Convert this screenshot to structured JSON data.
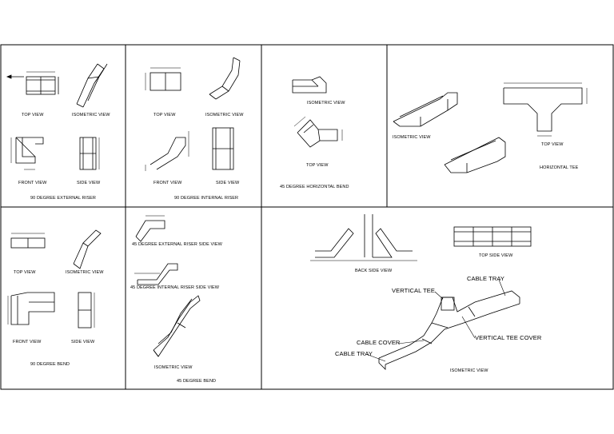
{
  "panels": {
    "p1": {
      "top_view": "TOP VIEW",
      "iso_view": "ISOMETRIC VIEW",
      "front_view": "FRONT VIEW",
      "side_view": "SIDE VIEW",
      "title": "90 DEGREE EXTERNAL RISER"
    },
    "p2": {
      "top_view": "TOP VIEW",
      "iso_view": "ISOMETRIC VIEW",
      "front_view": "FRONT VIEW",
      "side_view": "SIDE VIEW",
      "title": "90 DEGREE INTERNAL RISER"
    },
    "p3": {
      "iso_view": "ISOMETRIC VIEW",
      "top_view": "TOP VIEW",
      "title": "45 DEGREE HORIZONTAL BEND"
    },
    "p4": {
      "iso_view": "ISOMETRIC VIEW",
      "top_view": "TOP VIEW",
      "title": "HORIZONTAL TEE"
    },
    "p5": {
      "top_view": "TOP VIEW",
      "iso_view": "ISOMETRIC VIEW",
      "front_view": "FRONT VIEW",
      "side_view": "SIDE VIEW",
      "title": "90 DEGREE BEND"
    },
    "p6": {
      "ext_side": "45 DEGREE EXTERNAL RISER SIDE VIEW",
      "int_side": "45 DEGREE INTERNAL RISER SIDE VIEW",
      "iso_view": "ISOMETRIC VIEW",
      "title": "45 DEGREE BEND"
    },
    "p7": {
      "back_side": "BACK SIDE VIEW",
      "top_side": "TOP SIDE VIEW",
      "iso_view": "ISOMETRIC VIEW",
      "vertical_tee": "VERTICAL TEE",
      "cable_tray_top": "CABLE TRAY",
      "cable_cover": "CABLE COVER",
      "cable_tray_bottom": "CABLE TRAY",
      "vertical_tee_cover": "VERTICAL TEE COVER"
    }
  }
}
